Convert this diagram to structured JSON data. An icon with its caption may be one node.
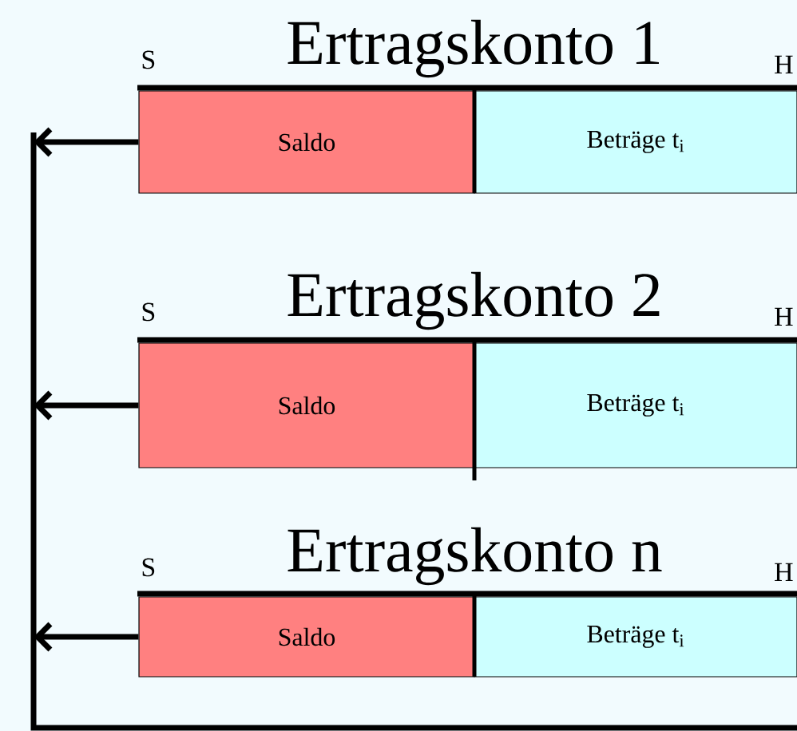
{
  "diagram": {
    "nodes": [
      {
        "text": [
          "Saldo"
        ]
      },
      {
        "text": [
          "Beträge t$_{i}$"
        ]
      },
      {
        "text": [
          "Saldo"
        ]
      },
      {
        "text": [
          "Beträge t$_{i}$"
        ]
      },
      {
        "text": [
          "Saldo"
        ]
      },
      {
        "text": [
          "Beträge t$_{i}$"
        ]
      }
    ],
    "edges": [
      {
        "from": 0,
        "to": null,
        "arrow": "to"
      },
      {
        "from": 2,
        "to": null,
        "arrow": "to"
      },
      {
        "from": 4,
        "to": null,
        "arrow": "to"
      }
    ],
    "labels": [
      "S",
      "Ertragskonto 1",
      "H",
      "S",
      "Ertragskonto 2",
      "H",
      "S",
      "Ertragskonto n",
      "H"
    ]
  }
}
